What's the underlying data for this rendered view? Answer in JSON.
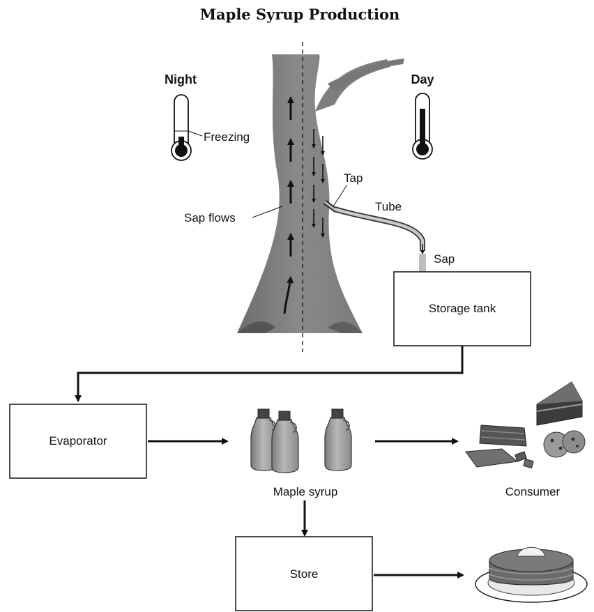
{
  "title": "Maple Syrup Production",
  "labels": {
    "night": "Night",
    "day": "Day",
    "freezing": "Freezing",
    "tap": "Tap",
    "tube": "Tube",
    "sap": "Sap",
    "sap_flows": "Sap flows",
    "maple_syrup": "Maple syrup",
    "consumer": "Consumer"
  },
  "boxes": {
    "storage_tank": "Storage tank",
    "evaporator": "Evaporator",
    "store": "Store"
  },
  "icons": [
    "thermometer-cold-icon",
    "thermometer-warm-icon",
    "syrup-bottle-icon",
    "cake-icon",
    "cookie-icon",
    "chocolate-icon",
    "pancake-stack-icon"
  ]
}
